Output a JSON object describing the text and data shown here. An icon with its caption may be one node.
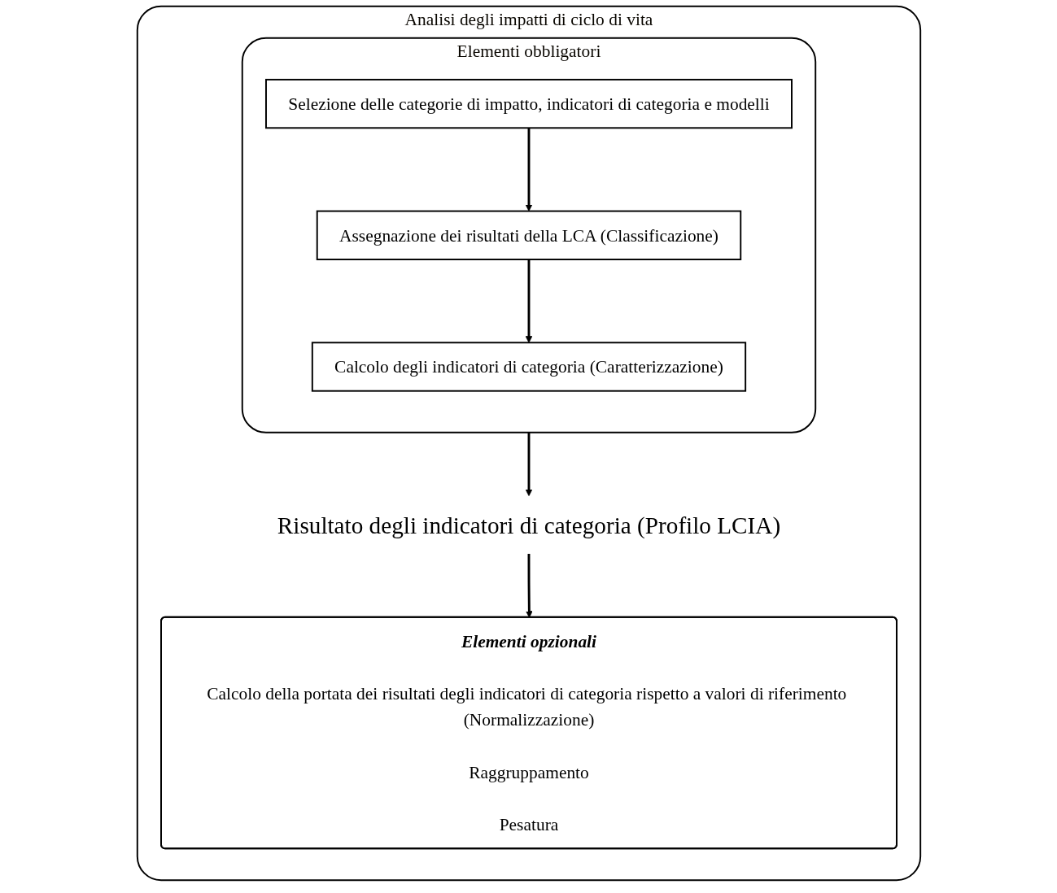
{
  "diagram": {
    "nodes": [
      {
        "text": [
          "Analisi degli impatti di ciclo di vita"
        ]
      },
      {
        "text": [
          "Elementi obbligatori"
        ],
        "in": 0
      },
      {
        "text": [
          "Selezione delle categorie di impatto, indicatori di categoria e modelli"
        ],
        "in": 1
      },
      {
        "text": [
          "Assegnazione dei risultati della LCA (Classificazione)"
        ],
        "in": 1
      },
      {
        "text": [
          "Calcolo degli indicatori di categoria (Caratterizzazione)"
        ],
        "in": 1
      },
      {
        "text": [
          "Risultato degli indicatori di categoria (Profilo LCIA)"
        ],
        "in": 0
      },
      {
        "text": [
          "Elementi opzionali",
          "Calcolo della portata dei risultati degli indicatori di categoria rispetto a valori di riferimento (Normalizzazione)",
          "Raggruppamento",
          "Pesatura"
        ],
        "in": 0
      }
    ],
    "edges": [
      {
        "from": 2,
        "to": 3,
        "arrow": "to"
      },
      {
        "from": 3,
        "to": 4,
        "arrow": "to"
      },
      {
        "from": 1,
        "to": 5,
        "arrow": "to"
      },
      {
        "from": 5,
        "to": 6,
        "arrow": "to"
      }
    ]
  }
}
